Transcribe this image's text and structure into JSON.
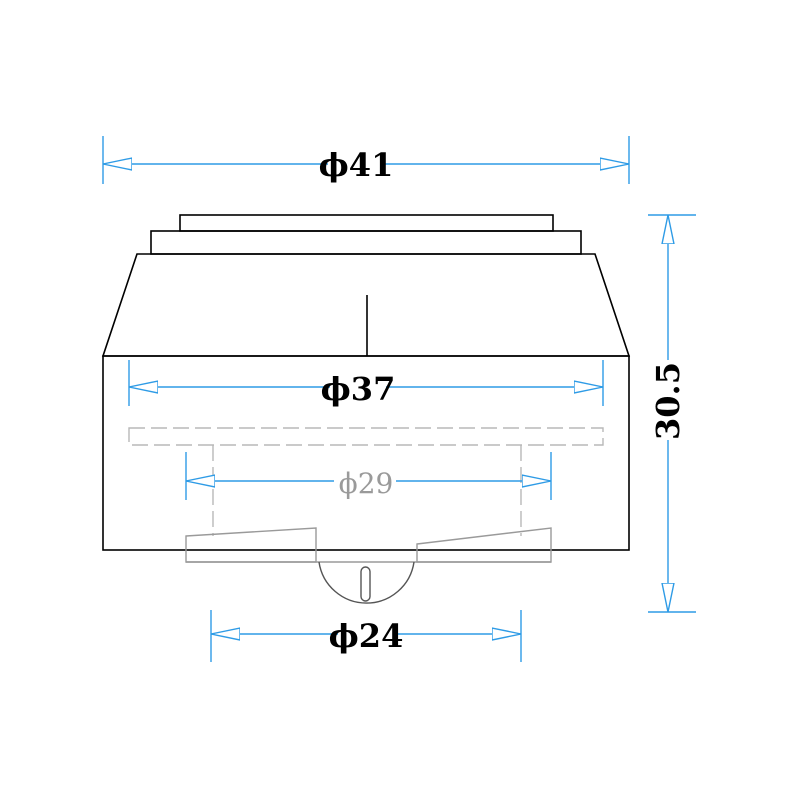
{
  "colors": {
    "outline": "#000000",
    "dimension": "#2e9be6",
    "hidden": "#b8b8b8",
    "light_outline": "#9a9a9a",
    "background": "#ffffff"
  },
  "dimensions": {
    "outer_diameter": "ϕ41",
    "body_diameter": "ϕ37",
    "inner_diameter": "ϕ29",
    "bottom_diameter": "ϕ24",
    "height": "30.5"
  }
}
